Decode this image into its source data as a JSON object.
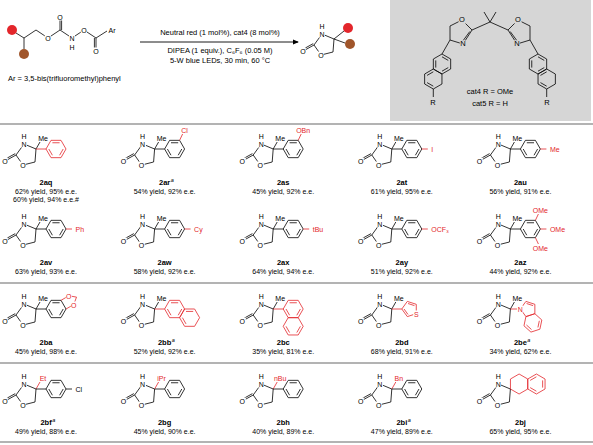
{
  "diagram": {
    "nodes": [
      {
        "text": [
          "O",
          "N",
          "N",
          "O",
          "R",
          "R",
          "cat4 R = OMe",
          "cat5 R = H"
        ]
      }
    ],
    "labels": [
      "O",
      "O",
      "H",
      "N",
      "O",
      "O",
      "Ar",
      "Neutral red (1 mol%), cat4 (8 mol%)",
      "DIPEA (1 equiv.), C₆F₆ (0.05 M)",
      "5-W blue LEDs, 30 min, 60 °C",
      "Ar = 3,5-bis(trifluoromethyl)phenyl",
      "H",
      "N",
      "O",
      "O",
      "2aq",
      "62% yield, 95% e.e.",
      "60% yield, 94% e.e.#",
      "H",
      "N",
      "O",
      "O",
      "Me",
      "2ar",
      "a",
      "54% yield, 92% e.e.",
      "H",
      "N",
      "O",
      "O",
      "Me",
      "Cl",
      "2as",
      "45% yield, 92% e.e.",
      "H",
      "N",
      "O",
      "O",
      "Me",
      "OBn",
      "2at",
      "61% yield, 95% e.e.",
      "H",
      "N",
      "O",
      "O",
      "Me",
      "I",
      "2au",
      "56% yield, 91% e.e.",
      "H",
      "N",
      "O",
      "O",
      "Me",
      "Me",
      "2av",
      "63% yield, 93% e.e.",
      "H",
      "N",
      "O",
      "O",
      "Me",
      "Ph",
      "2aw",
      "58% yield, 92% e.e.",
      "H",
      "N",
      "O",
      "O",
      "Me",
      "Cy",
      "2ax",
      "64% yield, 94% e.e.",
      "H",
      "N",
      "O",
      "O",
      "Me",
      "tBu",
      "2ay",
      "51% yield, 92% e.e.",
      "H",
      "N",
      "O",
      "O",
      "Me",
      "OCF₃",
      "2az",
      "44% yield, 92% e.e.",
      "H",
      "N",
      "O",
      "O",
      "Me",
      "OMe",
      "OMe",
      "OMe",
      "2ba",
      "45% yield, 98% e.e.",
      "H",
      "N",
      "O",
      "O",
      "Me",
      "O",
      "O",
      "2bb",
      "a",
      "52% yield, 92% e.e.",
      "H",
      "N",
      "O",
      "O",
      "Me",
      "2bc",
      "35% yield, 81% e.e.",
      "H",
      "N",
      "O",
      "O",
      "Me",
      "2bd",
      "68% yield, 91% e.e.",
      "H",
      "N",
      "O",
      "O",
      "Me",
      "S",
      "2be",
      "a",
      "34% yield, 62% e.e.",
      "H",
      "N",
      "O",
      "O",
      "Me",
      "N",
      "2bf",
      "a",
      "49% yield, 88% e.e.",
      "H",
      "N",
      "O",
      "O",
      "Et",
      "Cl",
      "2bg",
      "45% yield, 90% e.e.",
      "H",
      "N",
      "O",
      "O",
      "iPr",
      "2bh",
      "40% yield, 89% e.e.",
      "H",
      "N",
      "O",
      "O",
      "nBu",
      "2bi",
      "a",
      "47% yield, 89% e.e.",
      "H",
      "N",
      "O",
      "O",
      "Bn",
      "2bj",
      "65% yield, 95% e.e.",
      "H",
      "N",
      "O",
      "O"
    ]
  }
}
